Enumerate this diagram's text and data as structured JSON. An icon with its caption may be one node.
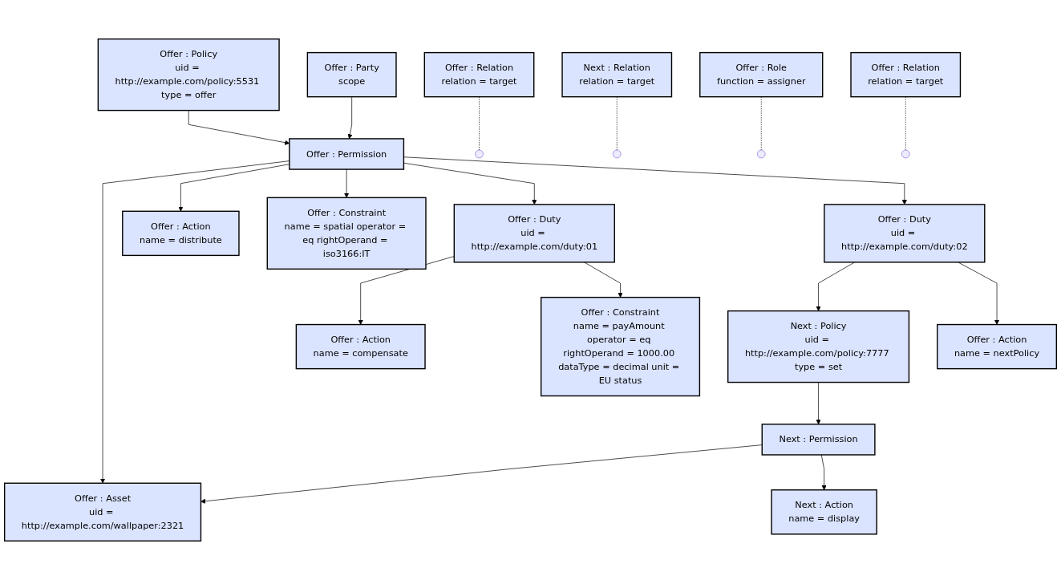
{
  "diagram": {
    "nodes": [
      {
        "text": [
          "Offer : Policy",
          "uid = http://example.com/policy:5531 type = offer"
        ]
      },
      {
        "text": [
          "Offer : Relation",
          "relation = target"
        ]
      },
      {
        "text": [
          "Next : Relation",
          "relation = target"
        ]
      },
      {
        "text": [
          "Next : Policy",
          "uid = http://example.com/policy:7777 type = set"
        ]
      },
      {
        "text": [
          "Offer : Permission"
        ]
      },
      {
        "text": [
          "Offer : Asset",
          "uid = http://example.com/wallpaper:2321"
        ]
      },
      {
        "text": [
          "Next : Permission"
        ]
      },
      {
        "text": [
          "Next : Action",
          "name = display"
        ]
      },
      {
        "text": [
          "Offer : Role",
          "function = assigner"
        ]
      },
      {
        "text": [
          "Offer : Action",
          "name = distribute"
        ]
      },
      {
        "text": [
          "Offer : Party",
          "scope"
        ]
      },
      {
        "text": [
          "Offer : Relation",
          "relation = target"
        ]
      },
      {
        "text": [
          "Offer : Duty",
          "uid = http://example.com/duty:02"
        ]
      },
      {
        "text": [
          "Offer : Constraint",
          "name = spatial operator = eq rightOperand = iso3166:IT"
        ]
      },
      {
        "text": [
          "Offer : Duty",
          "uid = http://example.com/duty:01"
        ]
      },
      {
        "text": [
          "Offer : Action",
          "name = nextPolicy"
        ]
      },
      {
        "text": [
          "Offer : Action",
          "name = compensate"
        ]
      },
      {
        "text": [
          "Offer : Constraint",
          "name = payAmount operator = eq rightOperand = 1000.00 dataType = decimal unit = EU status"
        ]
      }
    ],
    "edges": [
      {
        "from": 0,
        "to": 4,
        "arrow": "to"
      },
      {
        "from": 4,
        "to": 5,
        "arrow": "to"
      },
      {
        "from": 4,
        "to": 9,
        "arrow": "to"
      },
      {
        "from": 4,
        "to": 13,
        "arrow": "to"
      },
      {
        "from": 4,
        "to": 14,
        "arrow": "to"
      },
      {
        "from": 4,
        "to": 12,
        "arrow": "to"
      },
      {
        "from": 10,
        "to": 4,
        "arrow": "to"
      },
      {
        "from": 6,
        "to": 5,
        "arrow": "to"
      },
      {
        "from": 3,
        "to": 6,
        "arrow": "to"
      },
      {
        "from": 6,
        "to": 7,
        "arrow": "to"
      },
      {
        "from": 12,
        "to": 3,
        "arrow": "to"
      },
      {
        "from": 12,
        "to": 15,
        "arrow": "to"
      },
      {
        "from": 14,
        "to": 16,
        "arrow": "to"
      },
      {
        "from": 14,
        "to": 17,
        "arrow": "to"
      },
      {
        "from": 1,
        "to": null,
        "arrow": "none",
        "style": "dashed"
      },
      {
        "from": 2,
        "to": null,
        "arrow": "none",
        "style": "dashed"
      },
      {
        "from": 8,
        "to": null,
        "arrow": "none",
        "style": "dashed"
      },
      {
        "from": 11,
        "to": null,
        "arrow": "none",
        "style": "dashed"
      }
    ]
  }
}
